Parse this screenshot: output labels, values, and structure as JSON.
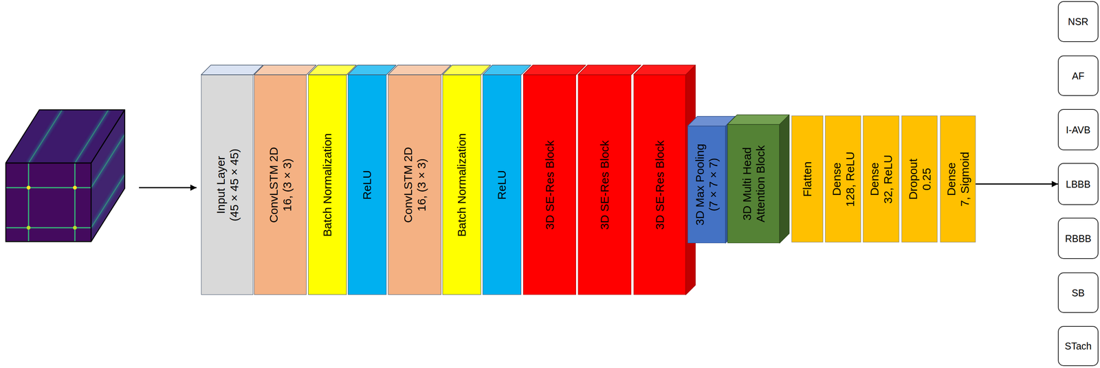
{
  "diagram": {
    "nodes": [
      {
        "text": [
          "Input Layer",
          "(45 × 45 × 45)"
        ]
      },
      {
        "text": [
          "ConvLSTM 2D",
          "16, (3 × 3)"
        ]
      },
      {
        "text": [
          "Batch Normalization"
        ]
      },
      {
        "text": [
          "ReLU"
        ]
      },
      {
        "text": [
          "ConvLSTM 2D",
          "16, (3 × 3)"
        ]
      },
      {
        "text": [
          "Batch Normalization"
        ]
      },
      {
        "text": [
          "ReLU"
        ]
      },
      {
        "text": [
          "3D SE-Res Block"
        ]
      },
      {
        "text": [
          "3D SE-Res Block"
        ]
      },
      {
        "text": [
          "3D SE-Res Block"
        ]
      },
      {
        "text": [
          "3D Max Pooling",
          "(7 × 7 × 7)"
        ]
      },
      {
        "text": [
          "3D Multi Head Attention Block"
        ]
      },
      {
        "text": [
          "Flatten"
        ]
      },
      {
        "text": [
          "Dense",
          "128, ReLU"
        ]
      },
      {
        "text": [
          "Dense",
          "32, ReLU"
        ]
      },
      {
        "text": [
          "Dropout",
          "0.25"
        ]
      },
      {
        "text": [
          "Dense",
          "7, Sigmoid"
        ]
      },
      {
        "text": [
          "NSR"
        ]
      },
      {
        "text": [
          "AF"
        ]
      },
      {
        "text": [
          "I-AVB"
        ]
      },
      {
        "text": [
          "LBBB"
        ]
      },
      {
        "text": [
          "RBBB"
        ]
      },
      {
        "text": [
          "SB"
        ]
      },
      {
        "text": [
          "STach"
        ]
      }
    ],
    "edges": [
      {
        "from": 16,
        "to": 20,
        "arrow": "to"
      }
    ]
  }
}
